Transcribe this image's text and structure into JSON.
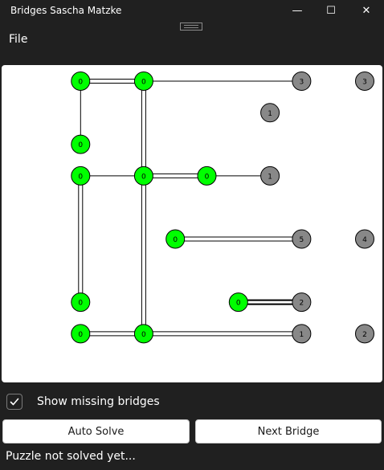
{
  "window": {
    "title": "Bridges Sascha Matzke",
    "minimize_glyph": "—",
    "maximize_glyph": "☐",
    "close_glyph": "✕"
  },
  "menu": {
    "file_label": "File"
  },
  "controls": {
    "show_missing_label": "Show missing bridges",
    "show_missing_checked": true,
    "auto_solve_label": "Auto Solve",
    "next_bridge_label": "Next Bridge"
  },
  "status": {
    "text": "Puzzle not solved yet..."
  },
  "colors": {
    "island_complete": "#00ff00",
    "island_incomplete": "#888888",
    "board_bg": "#ffffff",
    "window_bg": "#202020"
  },
  "puzzle": {
    "columns": [
      0,
      1,
      2,
      3,
      4,
      5,
      6,
      7,
      8,
      9
    ],
    "rows": [
      0,
      1,
      2,
      3,
      4,
      5,
      6,
      7,
      8
    ],
    "islands": [
      {
        "id": "a",
        "col": 1,
        "row": 0,
        "value": "0",
        "state": "complete"
      },
      {
        "id": "b",
        "col": 3,
        "row": 0,
        "value": "0",
        "state": "complete"
      },
      {
        "id": "c",
        "col": 8,
        "row": 0,
        "value": "3",
        "state": "incomplete"
      },
      {
        "id": "d",
        "col": 10,
        "row": 0,
        "value": "3",
        "state": "incomplete"
      },
      {
        "id": "e",
        "col": 7,
        "row": 1,
        "value": "1",
        "state": "incomplete"
      },
      {
        "id": "f",
        "col": 1,
        "row": 2,
        "value": "0",
        "state": "complete"
      },
      {
        "id": "g",
        "col": 1,
        "row": 3,
        "value": "0",
        "state": "complete"
      },
      {
        "id": "h",
        "col": 3,
        "row": 3,
        "value": "0",
        "state": "complete"
      },
      {
        "id": "i",
        "col": 5,
        "row": 3,
        "value": "0",
        "state": "complete"
      },
      {
        "id": "j",
        "col": 7,
        "row": 3,
        "value": "1",
        "state": "incomplete"
      },
      {
        "id": "k",
        "col": 4,
        "row": 5,
        "value": "0",
        "state": "complete"
      },
      {
        "id": "l",
        "col": 8,
        "row": 5,
        "value": "5",
        "state": "incomplete"
      },
      {
        "id": "m",
        "col": 10,
        "row": 5,
        "value": "4",
        "state": "incomplete"
      },
      {
        "id": "n",
        "col": 1,
        "row": 7,
        "value": "0",
        "state": "complete"
      },
      {
        "id": "o",
        "col": 6,
        "row": 7,
        "value": "0",
        "state": "complete"
      },
      {
        "id": "p",
        "col": 8,
        "row": 7,
        "value": "2",
        "state": "incomplete"
      },
      {
        "id": "q",
        "col": 1,
        "row": 8,
        "value": "0",
        "state": "complete"
      },
      {
        "id": "r",
        "col": 3,
        "row": 8,
        "value": "0",
        "state": "complete"
      },
      {
        "id": "s",
        "col": 8,
        "row": 8,
        "value": "1",
        "state": "incomplete"
      },
      {
        "id": "t",
        "col": 10,
        "row": 8,
        "value": "2",
        "state": "incomplete"
      }
    ],
    "bridges": [
      {
        "from": "a",
        "to": "b",
        "count": 2
      },
      {
        "from": "b",
        "to": "c",
        "count": 1
      },
      {
        "from": "a",
        "to": "f",
        "count": 1
      },
      {
        "from": "b",
        "to": "h",
        "count": 2
      },
      {
        "from": "g",
        "to": "h",
        "count": 1
      },
      {
        "from": "h",
        "to": "i",
        "count": 2
      },
      {
        "from": "i",
        "to": "j",
        "count": 1
      },
      {
        "from": "g",
        "to": "n",
        "count": 2
      },
      {
        "from": "h",
        "to": "r",
        "count": 2
      },
      {
        "from": "k",
        "to": "l",
        "count": 2
      },
      {
        "from": "o",
        "to": "p",
        "count": 2,
        "highlight": true
      },
      {
        "from": "q",
        "to": "r",
        "count": 2
      },
      {
        "from": "r",
        "to": "s",
        "count": 2
      }
    ]
  }
}
